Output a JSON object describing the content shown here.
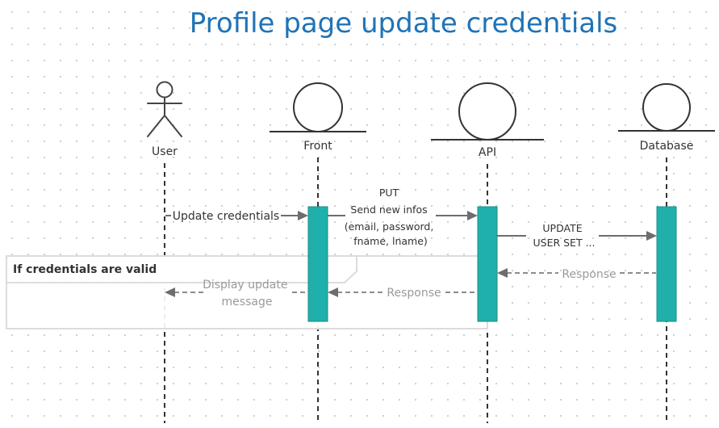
{
  "diagram": {
    "title": "Profile page update credentials",
    "colors": {
      "title": "#1f73b7",
      "activation": "#20b0ac",
      "activation_stroke": "#1a8e8a",
      "line": "#333333",
      "arrow": "#6d6d6d",
      "muted_text": "#9a9a9a",
      "text": "#333333"
    },
    "participants": {
      "user": {
        "label": "User",
        "icon": "actor-stick-figure-icon"
      },
      "front": {
        "label": "Front",
        "icon": "boundary-circle-icon"
      },
      "api": {
        "label": "API",
        "icon": "boundary-circle-icon"
      },
      "database": {
        "label": "Database",
        "icon": "boundary-circle-icon"
      }
    },
    "messages": {
      "update_credentials": {
        "label": "Update credentials"
      },
      "put": {
        "lines": [
          "PUT",
          "Send new infos",
          "(email, password,",
          "fname, lname)"
        ]
      },
      "update": {
        "lines": [
          "UPDATE",
          "USER SET ..."
        ]
      },
      "response_db": {
        "label": "Response"
      },
      "response_api": {
        "label": "Response"
      },
      "display_update": {
        "lines": [
          "Display update",
          "message"
        ]
      }
    },
    "fragment": {
      "label": "If credentials are valid"
    }
  }
}
